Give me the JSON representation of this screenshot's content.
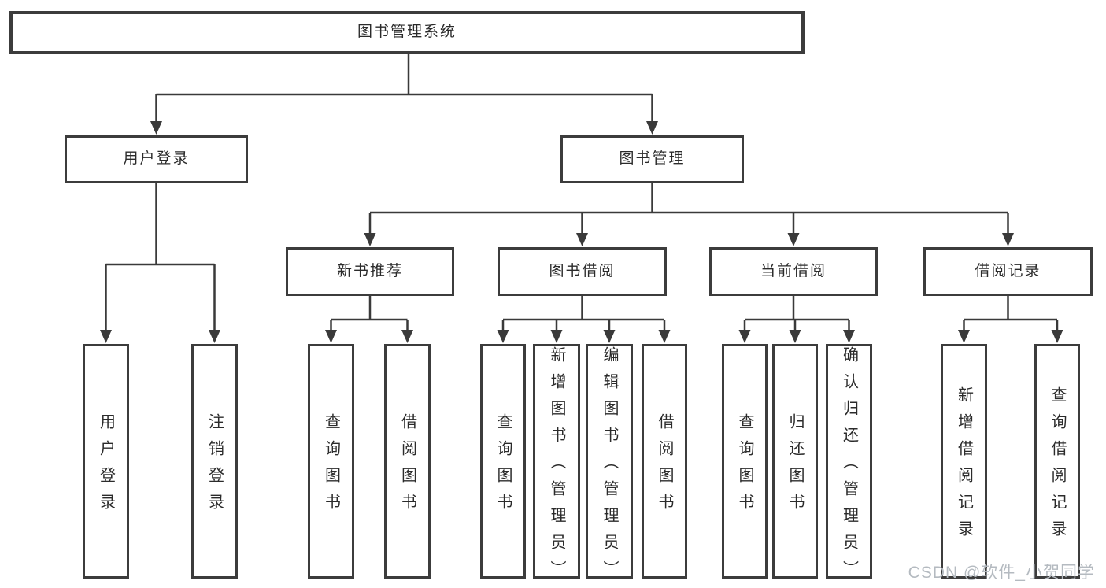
{
  "diagram": {
    "title": "图书管理系统",
    "type": "functional-structure-tree",
    "colors": {
      "border": "#3c3c3c",
      "line": "#3a3a3a",
      "text": "#2b2b2b",
      "background": "#ffffff",
      "watermark": "#b4bac0"
    },
    "nodes": {
      "root": "图书管理系统",
      "user_login": "用户登录",
      "book_mgmt": "图书管理",
      "new_book_rec": "新书推荐",
      "book_borrow": "图书借阅",
      "current_borrow": "当前借阅",
      "borrow_record": "借阅记录",
      "leaf_user_login": "用户登录",
      "leaf_logout": "注销登录",
      "leaf_query_book_1": "查询图书",
      "leaf_borrow_book_1": "借阅图书",
      "leaf_query_book_2": "查询图书",
      "leaf_add_book": "新增图书（管理员）",
      "leaf_edit_book": "编辑图书（管理员）",
      "leaf_borrow_book_2": "借阅图书",
      "leaf_query_book_3": "查询图书",
      "leaf_return_book": "归还图书",
      "leaf_confirm_return": "确认归还（管理员）",
      "leaf_add_record": "新增借阅记录",
      "leaf_query_record": "查询借阅记录"
    },
    "hierarchy": {
      "图书管理系统": {
        "用户登录": [
          "用户登录",
          "注销登录"
        ],
        "图书管理": {
          "新书推荐": [
            "查询图书",
            "借阅图书"
          ],
          "图书借阅": [
            "查询图书",
            "新增图书（管理员）",
            "编辑图书（管理员）",
            "借阅图书"
          ],
          "当前借阅": [
            "查询图书",
            "归还图书",
            "确认归还（管理员）"
          ],
          "借阅记录": [
            "新增借阅记录",
            "查询借阅记录"
          ]
        }
      }
    },
    "watermark": "CSDN @软件_小贺同学"
  }
}
